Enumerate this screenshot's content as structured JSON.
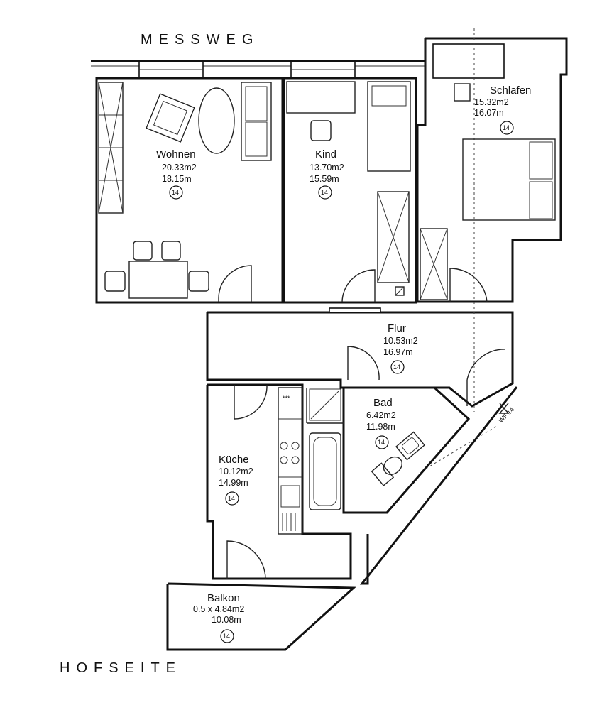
{
  "streets": {
    "top": "MESSWEG",
    "bottom": "HOFSEITE"
  },
  "rooms": [
    {
      "key": "wohnen",
      "name": "Wohnen",
      "area": "20.33m2",
      "perimeter": "18.15m",
      "marker": "14"
    },
    {
      "key": "kind",
      "name": "Kind",
      "area": "13.70m2",
      "perimeter": "15.59m",
      "marker": "14"
    },
    {
      "key": "schlafen",
      "name": "Schlafen",
      "area": "15.32m2",
      "perimeter": "16.07m",
      "marker": "14"
    },
    {
      "key": "flur",
      "name": "Flur",
      "area": "10.53m2",
      "perimeter": "16.97m",
      "marker": "14"
    },
    {
      "key": "bad",
      "name": "Bad",
      "area": "6.42m2",
      "perimeter": "11.98m",
      "marker": "14"
    },
    {
      "key": "kueche",
      "name": "Küche",
      "area": "10.12m2",
      "perimeter": "14.99m",
      "marker": "14"
    },
    {
      "key": "balkon",
      "name": "Balkon",
      "area": "0.5  x  4.84m2",
      "perimeter": "10.08m",
      "marker": "14"
    }
  ],
  "annotations": {
    "wf": "WF 14",
    "stove_marks": "***"
  }
}
